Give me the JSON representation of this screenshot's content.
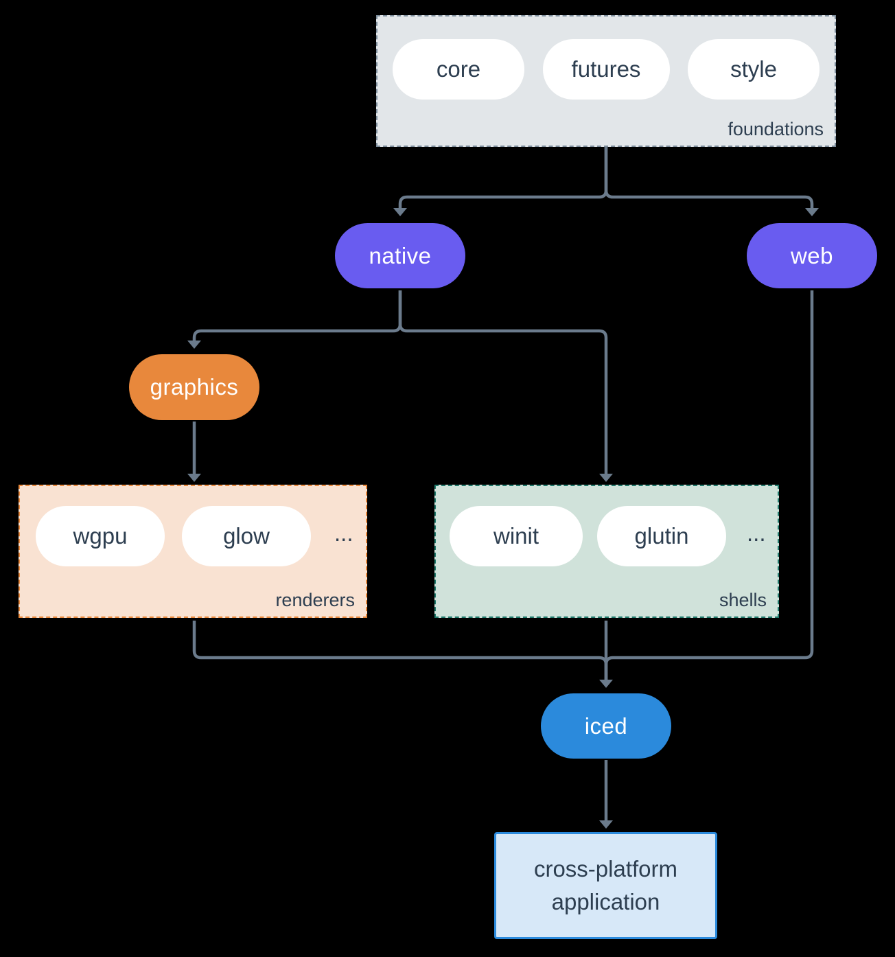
{
  "groups": {
    "foundations": {
      "label": "foundations",
      "pills": [
        "core",
        "futures",
        "style"
      ]
    },
    "renderers": {
      "label": "renderers",
      "pills": [
        "wgpu",
        "glow"
      ],
      "more": "..."
    },
    "shells": {
      "label": "shells",
      "pills": [
        "winit",
        "glutin"
      ],
      "more": "..."
    }
  },
  "nodes": {
    "native": "native",
    "web": "web",
    "graphics": "graphics",
    "iced": "iced",
    "application": "cross-platform application"
  },
  "colors": {
    "accent_purple": "#695cf0",
    "accent_orange": "#e8883c",
    "accent_blue": "#2b8adc",
    "arrow": "#6b7b8c",
    "text_dark": "#2d3e50",
    "foundations_fill": "#e2e6e9",
    "foundations_border": "#7b8b9a",
    "renderers_fill": "#f9e2d2",
    "shells_fill": "#d0e2da",
    "shells_border": "#20796b",
    "application_fill": "#d7e8f8"
  }
}
